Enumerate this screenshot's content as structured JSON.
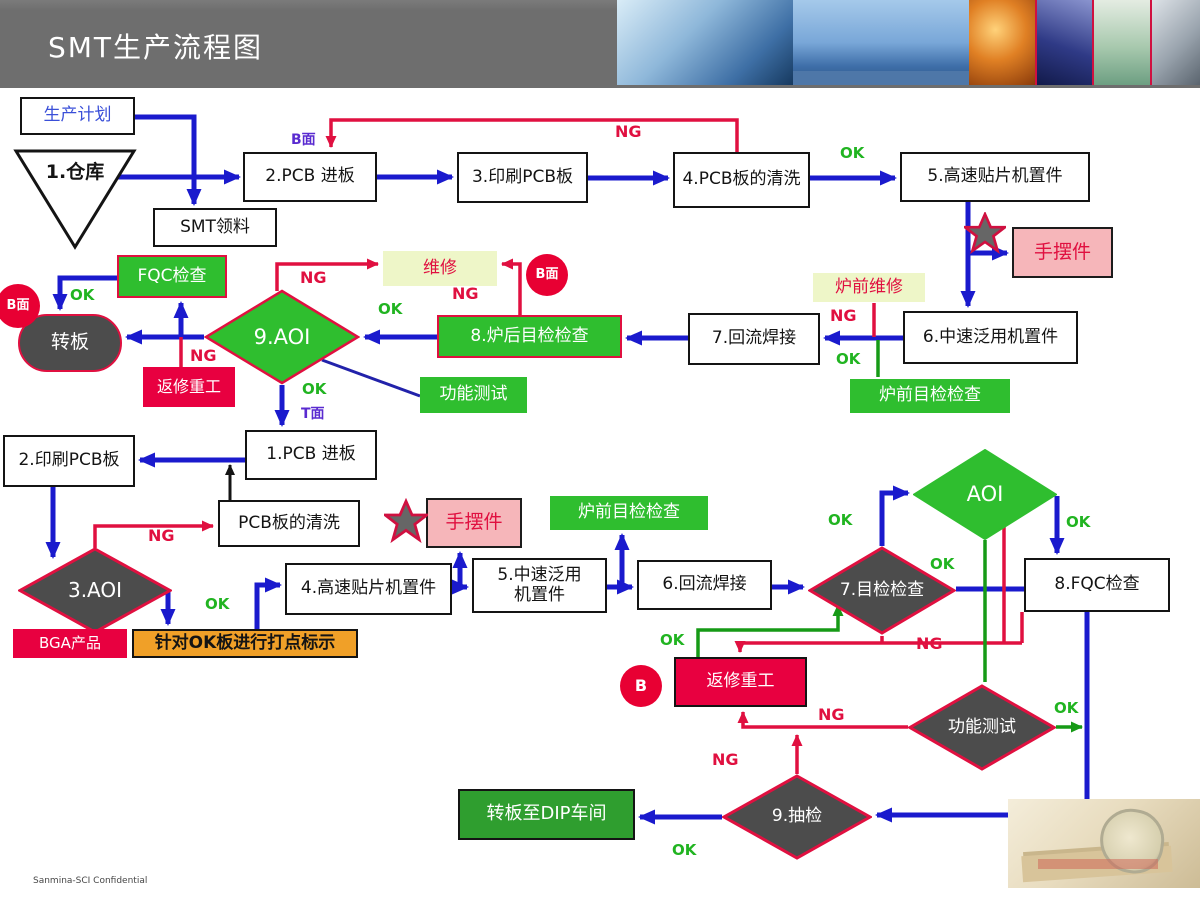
{
  "header": {
    "title": "SMT生产流程图"
  },
  "footer": {
    "text": "Sanmina-SCI Confidential"
  },
  "labels": {
    "ok": "OK",
    "ng": "NG",
    "b_face": "B面",
    "t_face": "T面",
    "b": "B"
  },
  "colors": {
    "header_gray": "#6e6e6e",
    "arrow_blue": "#1a1acd",
    "line_red": "#e01040",
    "line_green": "#169a16",
    "ok_green": "#21b421",
    "box_green": "#2fbe2f",
    "dark_shape": "#4c4c4c",
    "orange": "#f0a028",
    "pink": "#f6b6ba",
    "pale_green": "#eef6c8",
    "red_fill": "#e80040"
  },
  "flow1": {
    "plan": "生产计划",
    "warehouse": "1.仓库",
    "smt_pick": "SMT领料",
    "pcb_in": "2.PCB 进板",
    "print": "3.印刷PCB板",
    "clean": "4.PCB板的清洗",
    "hs_mount": "5.高速贴片机置件",
    "hand_place": "手摆件",
    "front_repair": "炉前维修",
    "mid_mount": "6.中速泛用机置件",
    "front_inspect": "炉前目检检查",
    "reflow": "7.回流焊接",
    "post_inspect": "8.炉后目检检查",
    "repair": "维修",
    "aoi": "9.AOI",
    "func_test": "功能测试",
    "fqc": "FQC检查",
    "transfer": "转板",
    "rework": "返修重工"
  },
  "flow2": {
    "pcb_in": "1.PCB 进板",
    "print": "2.印刷PCB板",
    "clean": "PCB板的清洗",
    "aoi": "3.AOI",
    "bga": "BGA产品",
    "mark_ok": "针对OK板进行打点标示",
    "hs_mount": "4.高速贴片机置件",
    "hand_place": "手摆件",
    "mid_mount_line1": "5.中速泛用",
    "mid_mount_line2": "机置件",
    "front_inspect": "炉前目检检查",
    "reflow": "6.回流焊接",
    "visual_check": "7.目检检查",
    "aoi_post": "AOI",
    "fqc": "8.FQC检查",
    "rework": "返修重工",
    "func_test": "功能测试",
    "sample": "9.抽检",
    "to_dip": "转板至DIP车间"
  }
}
